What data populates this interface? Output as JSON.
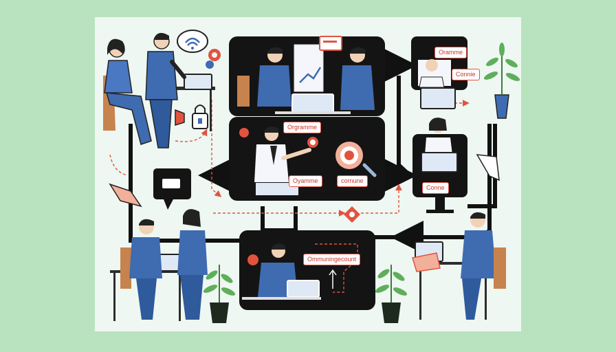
{
  "labels": {
    "oramme_top": "Oramme",
    "connie_top": "Connie",
    "orgramme_center": "Orgramme",
    "oyamme": "Oyamme",
    "cornune": "cornune",
    "connie_mid": "Conne",
    "ommunicount": "Ommuningecount"
  },
  "colors": {
    "background": "#b9e3bf",
    "card": "#eef7f2",
    "panel": "#141414",
    "suit_blue": "#3f6bb0",
    "accent_red": "#e2533f",
    "plant_green": "#5fae5b"
  }
}
